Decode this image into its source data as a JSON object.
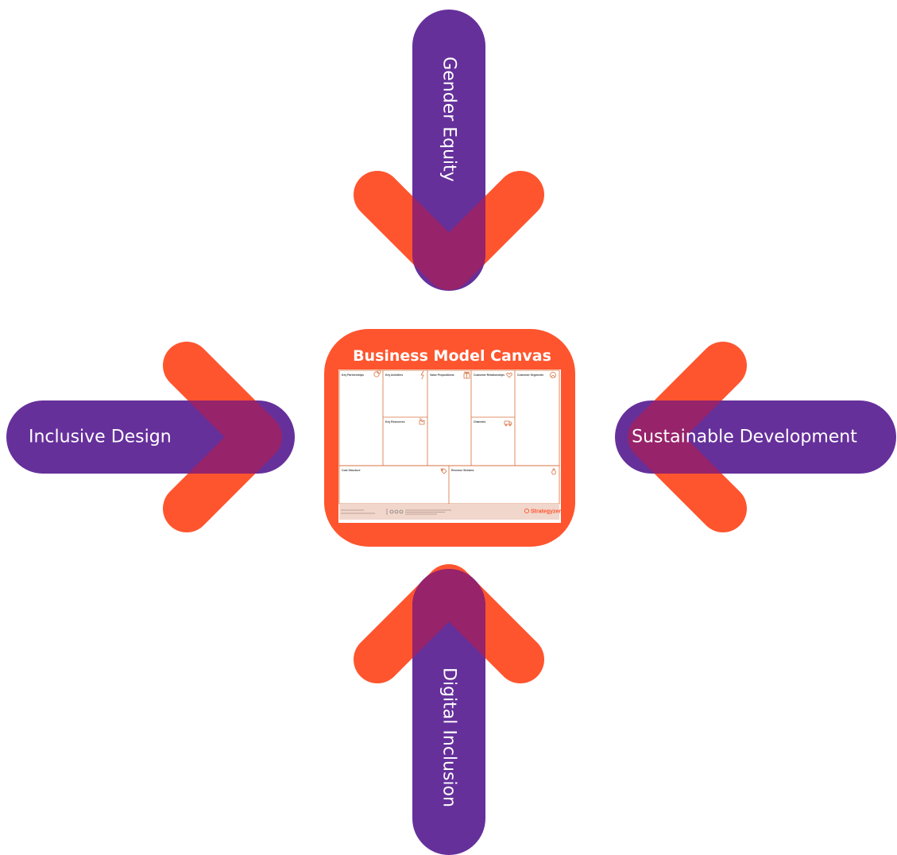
{
  "colors": {
    "chevron": "#fe552f",
    "pill": "#66309b",
    "overlap": "#97236a",
    "canvas_frame": "#fe552f",
    "cell_line": "#d6703f",
    "canvas_bg": "#ffffff",
    "footer_bg": "#f1d6cc"
  },
  "arrows": {
    "top": {
      "label": "Gender Equity",
      "direction": "down"
    },
    "left": {
      "label": "Inclusive Design",
      "direction": "right"
    },
    "right": {
      "label": "Sustainable Development",
      "direction": "left"
    },
    "bottom": {
      "label": "Digital Inclusion",
      "direction": "up"
    }
  },
  "canvas": {
    "title": "Business Model Canvas",
    "cells": {
      "key_partnerships": "Key Partnerships",
      "key_activities": "Key Activities",
      "key_resources": "Key Resources",
      "value_propositions": "Value Propositions",
      "customer_relationships": "Customer Relationships",
      "channels": "Channels",
      "customer_segments": "Customer Segments",
      "cost_structure": "Cost Structure",
      "revenue_streams": "Revenue Streams"
    },
    "icons": {
      "key_partnerships": "link-icon",
      "key_activities": "lightning-icon",
      "key_resources": "factory-icon",
      "value_propositions": "gift-icon",
      "customer_relationships": "heart-icon",
      "channels": "truck-icon",
      "customer_segments": "people-icon",
      "cost_structure": "price-tag-icon",
      "revenue_streams": "money-bag-icon"
    },
    "footer": {
      "brand": "Strategyzer"
    }
  }
}
